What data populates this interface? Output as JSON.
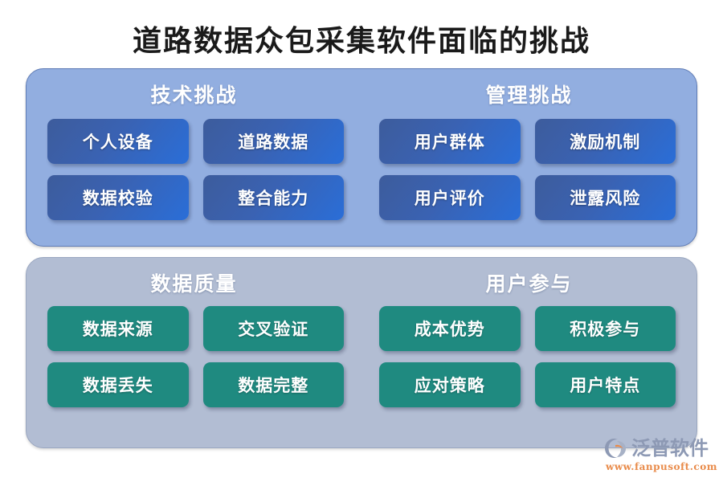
{
  "page": {
    "title": "道路数据众包采集软件面临的挑战",
    "background": "#ffffff"
  },
  "panels": [
    {
      "id": "technical-management",
      "color": "#92aee0",
      "groups": [
        {
          "id": "technical",
          "header": "技术挑战",
          "chips": [
            "个人设备",
            "道路数据",
            "数据校验",
            "整合能力"
          ]
        },
        {
          "id": "management",
          "header": "管理挑战",
          "chips": [
            "用户群体",
            "激励机制",
            "用户评价",
            "泄露风险"
          ]
        }
      ],
      "chip_color": "#2a6ed8"
    },
    {
      "id": "quality-participation",
      "color": "#b2bdd3",
      "groups": [
        {
          "id": "data-quality",
          "header": "数据质量",
          "chips": [
            "数据来源",
            "交叉验证",
            "数据丢失",
            "数据完整"
          ]
        },
        {
          "id": "user-participation",
          "header": "用户参与",
          "chips": [
            "成本优势",
            "积极参与",
            "应对策略",
            "用户特点"
          ]
        }
      ],
      "chip_color": "#1f8a80"
    }
  ],
  "logo": {
    "name": "泛普软件",
    "url": "www.fanpusoft.com",
    "mark_color": "#8d99b4",
    "accent_color": "#e98b4a"
  }
}
